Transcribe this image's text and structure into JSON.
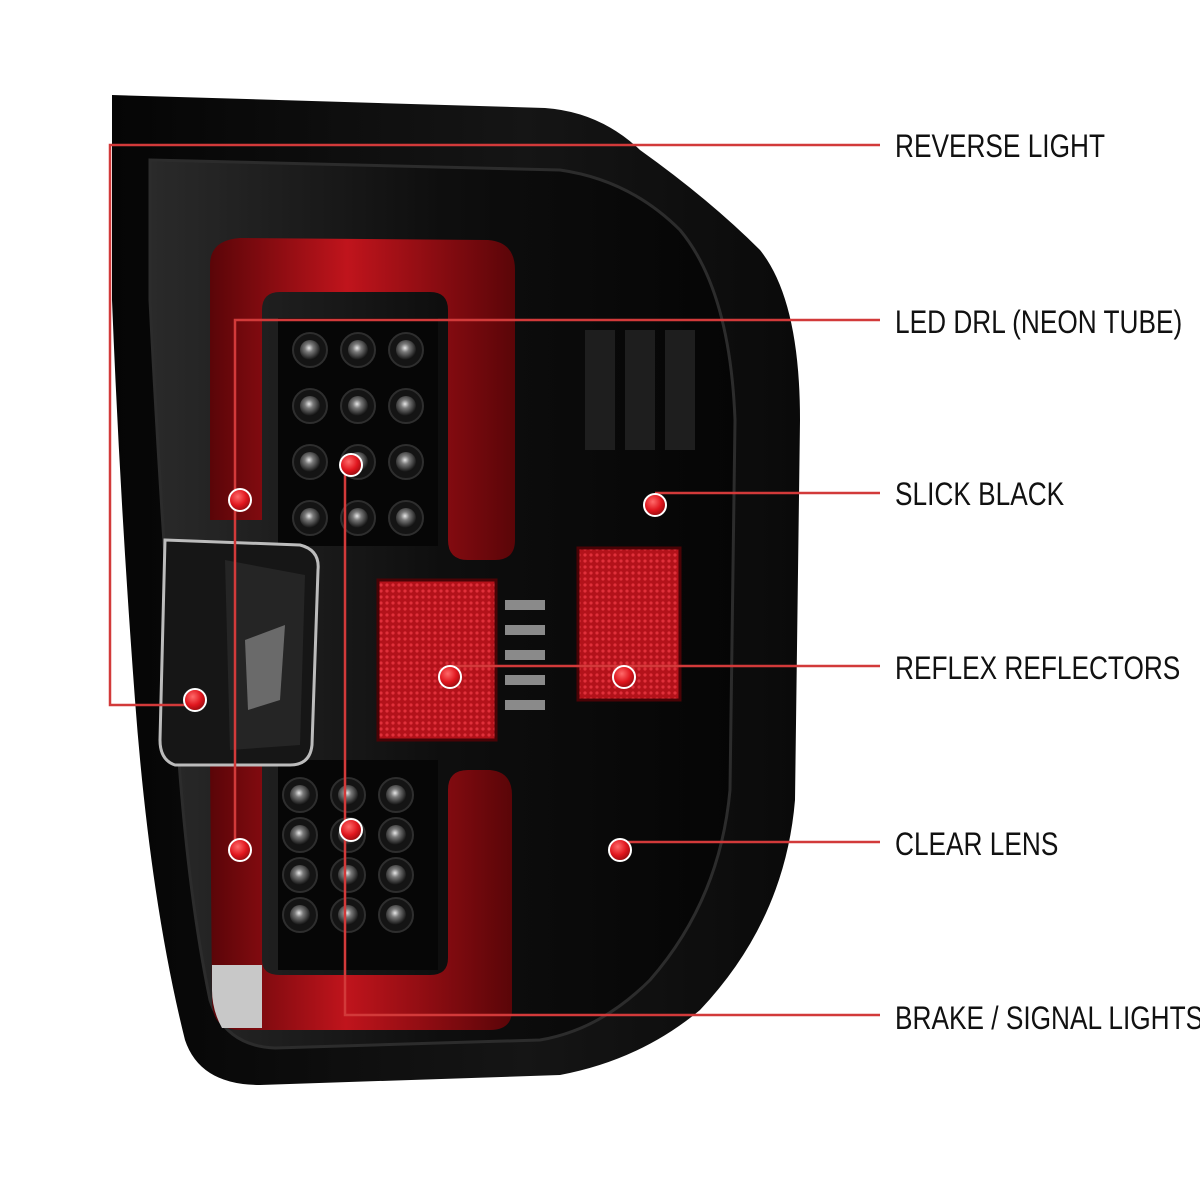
{
  "callouts": [
    {
      "label": "REVERSE LIGHT"
    },
    {
      "label": "LED DRL (NEON TUBE)"
    },
    {
      "label": "SLICK BLACK"
    },
    {
      "label": "REFLEX REFLECTORS"
    },
    {
      "label": "CLEAR LENS"
    },
    {
      "label": "BRAKE / SIGNAL LIGHTS"
    }
  ],
  "colors": {
    "leader_line": "#d23a3a",
    "marker_dot": "#e0161e",
    "housing": "#080808",
    "neon_tube": "#b3121a",
    "reflector": "#c8141c"
  }
}
